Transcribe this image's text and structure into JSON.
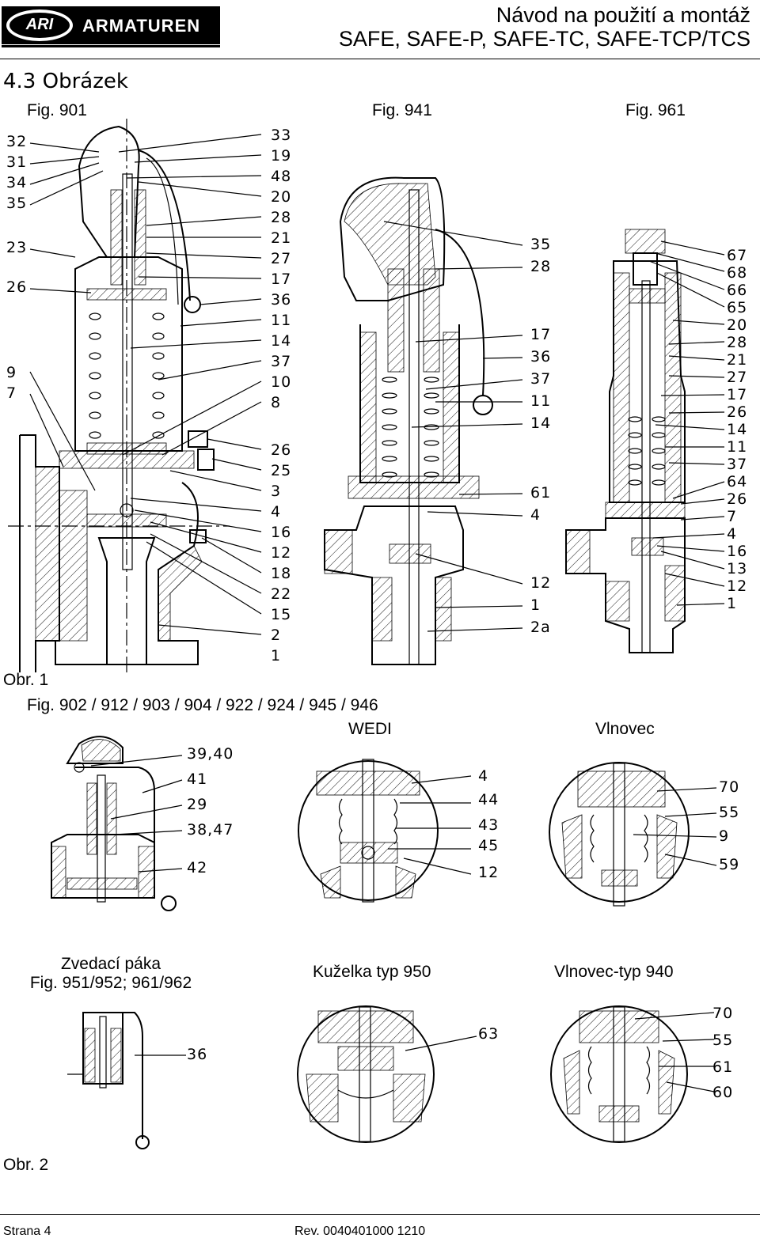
{
  "header": {
    "logo_left": "ARI",
    "logo_right": "ARMATUREN",
    "title_line1": "Návod na použití a montáž",
    "title_line2": "SAFE, SAFE-P, SAFE-TC, SAFE-TCP/TCS"
  },
  "section_title": "4.3 Obrázek",
  "figure1": {
    "fig901": {
      "label": "Fig. 901",
      "left_numbers": [
        "32",
        "31",
        "34",
        "35",
        "23",
        "26",
        "9",
        "7"
      ],
      "right_numbers": [
        "33",
        "19",
        "48",
        "20",
        "28",
        "21",
        "27",
        "17",
        "36",
        "11",
        "14",
        "37",
        "10",
        "8",
        "26",
        "25",
        "3",
        "4",
        "16",
        "12",
        "18",
        "22",
        "15",
        "2",
        "1"
      ]
    },
    "fig941": {
      "label": "Fig. 941",
      "right_numbers": [
        "35",
        "28",
        "17",
        "36",
        "37",
        "11",
        "14",
        "61",
        "4",
        "12",
        "1",
        "2a"
      ]
    },
    "fig961": {
      "label": "Fig. 961",
      "right_numbers": [
        "67",
        "68",
        "66",
        "65",
        "20",
        "28",
        "21",
        "27",
        "17",
        "26",
        "14",
        "11",
        "37",
        "64",
        "26",
        "7",
        "4",
        "16",
        "13",
        "12",
        "1"
      ]
    },
    "caption": "Obr. 1"
  },
  "figure2": {
    "row1_title": "Fig. 902 / 912 / 903 / 904 / 922 / 924 / 945 / 946",
    "lever": {
      "numbers": [
        "39,40",
        "41",
        "29",
        "38,47",
        "42"
      ]
    },
    "wedi": {
      "label": "WEDI",
      "numbers": [
        "4",
        "44",
        "43",
        "45",
        "12"
      ]
    },
    "vlnovec": {
      "label": "Vlnovec",
      "numbers": [
        "70",
        "55",
        "9",
        "59"
      ]
    },
    "lift_lever": {
      "label1": "Zvedací páka",
      "label2": "Fig. 951/952; 961/962",
      "numbers": [
        "36"
      ]
    },
    "kuzelka": {
      "label": "Kuželka typ 950",
      "numbers": [
        "63"
      ]
    },
    "vlnovec940": {
      "label": "Vlnovec-typ 940",
      "numbers": [
        "70",
        "55",
        "61",
        "60"
      ]
    },
    "caption": "Obr. 2"
  },
  "footer": {
    "page": "Strana 4",
    "rev": "Rev. 0040401000 1210"
  }
}
